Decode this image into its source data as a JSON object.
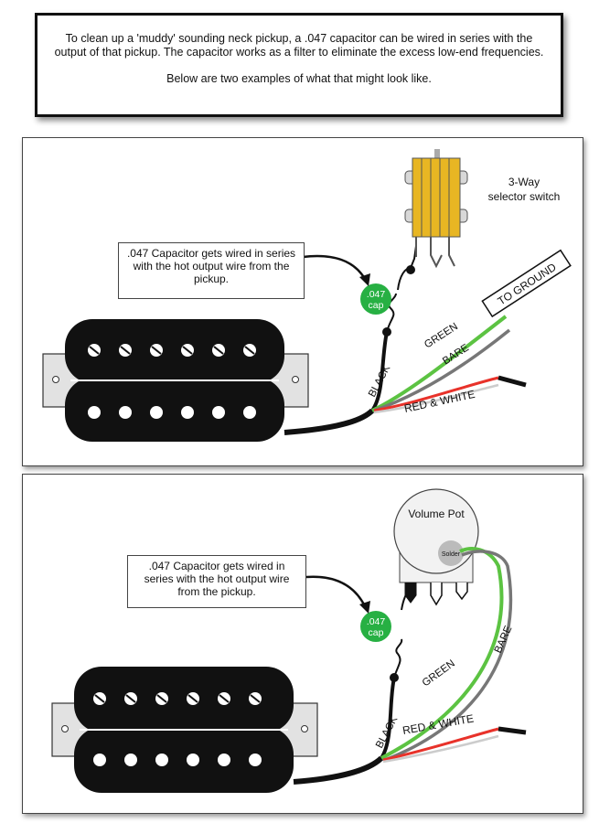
{
  "intro": {
    "paragraph1": "To clean up a 'muddy' sounding neck pickup, a .047 capacitor can be wired in series with the output of that pickup.  The capacitor works as a filter to eliminate the excess low-end frequencies.",
    "paragraph2": "Below are two examples of what that might look like."
  },
  "example1": {
    "callout": ".047 Capacitor gets wired in series with the hot output wire from the pickup.",
    "cap_value": ".047",
    "cap_word": "cap",
    "switch_label_line1": "3-Way",
    "switch_label_line2": "selector switch",
    "ground_label": "TO GROUND",
    "wire_green": "GREEN",
    "wire_bare": "BARE",
    "wire_black": "BLACK",
    "wire_red_white": "RED & WHITE"
  },
  "example2": {
    "callout": ".047 Capacitor gets wired in series with the hot output wire from the pickup.",
    "cap_value": ".047",
    "cap_word": "cap",
    "pot_label": "Volume Pot",
    "solder_label": "Solder",
    "wire_green": "GREEN",
    "wire_bare": "BARE",
    "wire_black": "BLACK",
    "wire_red_white": "RED & WHITE"
  },
  "colors": {
    "capacitor": "#27b043",
    "green_wire": "#5cc342",
    "bare_wire": "#777777",
    "red_wire": "#e8322a",
    "switch_body": "#e8b623",
    "pickup": "#111111",
    "frame": "#e2e2e2"
  }
}
